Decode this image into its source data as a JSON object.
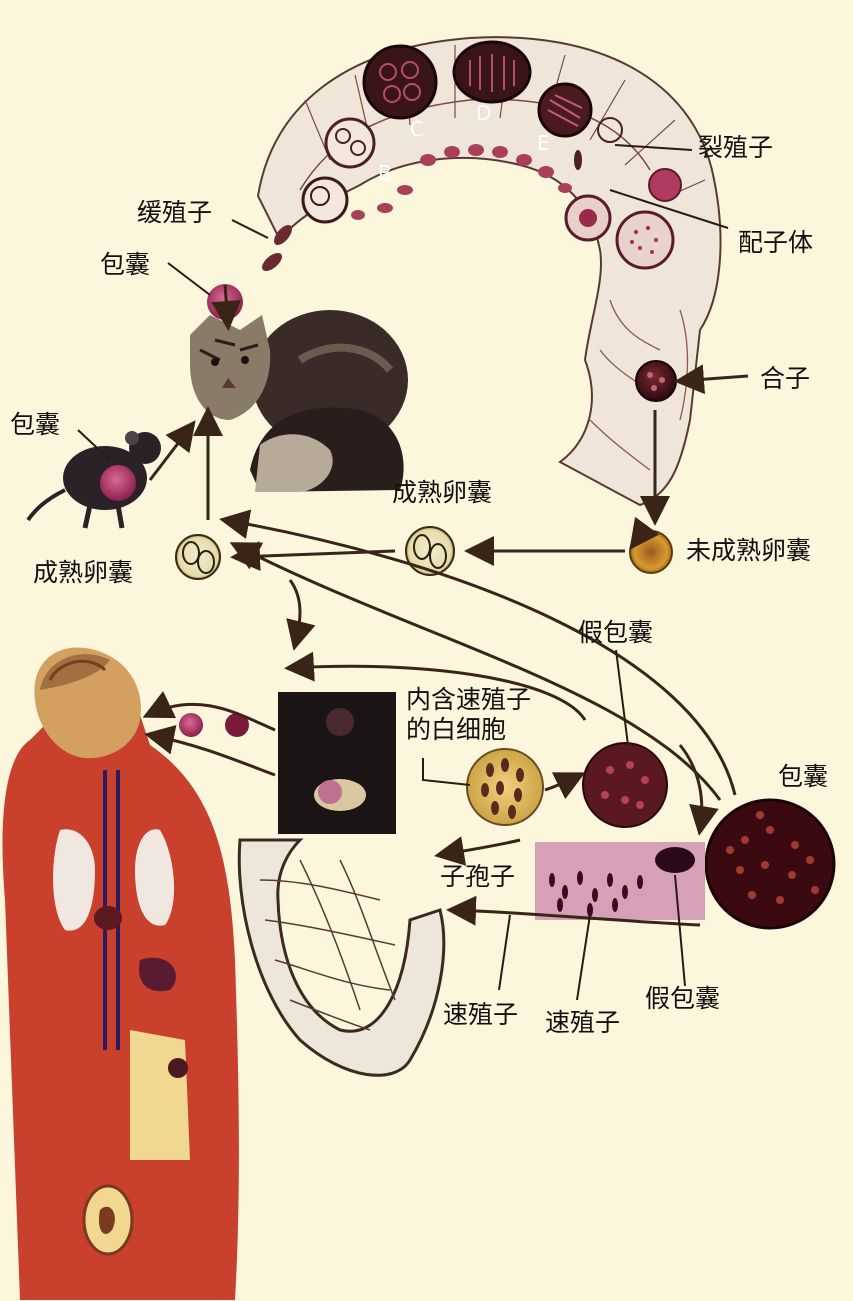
{
  "labels": {
    "schizont": "裂殖子",
    "gametocyte": "配子体",
    "zygote": "合子",
    "bradyzoite": "缓殖子",
    "cyst_top": "包囊",
    "cyst_mouse": "包囊",
    "cyst_right": "包囊",
    "mature_oocyst_mid": "成熟卵囊",
    "mature_oocyst_left": "成熟卵囊",
    "immature_oocyst": "未成熟卵囊",
    "pseudocyst_top": "假包囊",
    "pseudocyst_bottom": "假包囊",
    "wbc_line1": "内含速殖子",
    "wbc_line2": "的白细胞",
    "sporozoite": "子孢子",
    "tachyzoite_left": "速殖子",
    "tachyzoite_right": "速殖子"
  },
  "stage_letters": [
    "B",
    "C",
    "D",
    "E"
  ],
  "colors": {
    "background": "#fbf6dc",
    "tissue": "#efe6da",
    "tissue_edge": "#5a3a30",
    "cyst": "#b2386a",
    "human_body": "#c9402c",
    "arrow": "#4a2a1a"
  }
}
